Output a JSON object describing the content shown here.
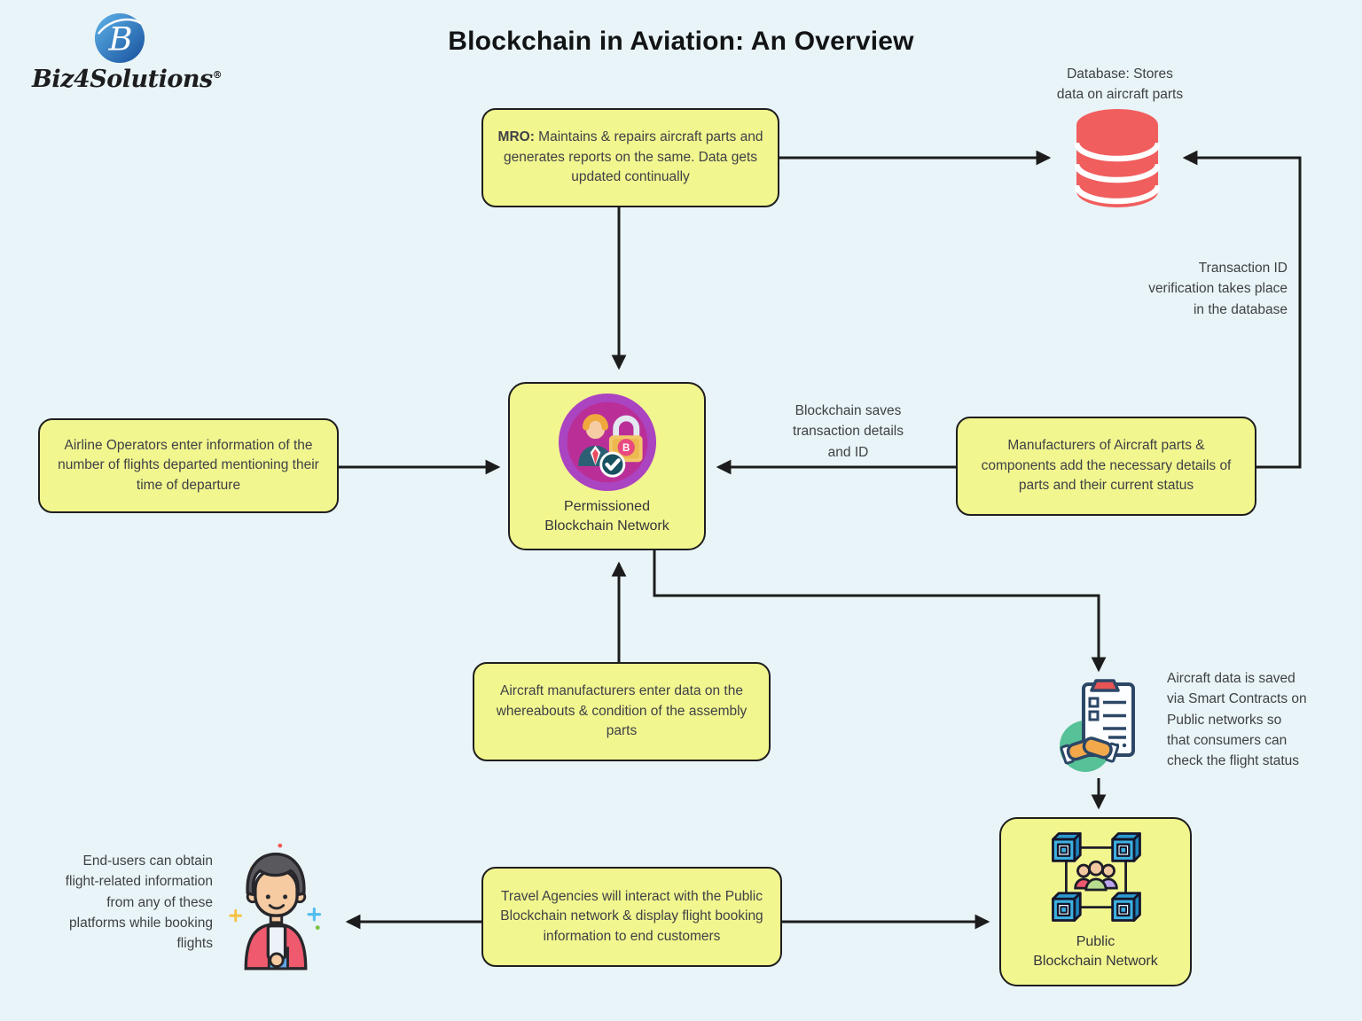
{
  "title": "Blockchain in Aviation: An Overview",
  "logo": {
    "brand": "Biz4Solutions",
    "reg": "®"
  },
  "nodes": {
    "mro": {
      "prefix": "MRO:",
      "rest": " Maintains & repairs aircraft parts and generates reports on the same. Data gets updated continually"
    },
    "airline": {
      "text": "Airline Operators enter information of the number of flights departed mentioning their time of departure"
    },
    "manufacturers": {
      "text": "Manufacturers of Aircraft parts & components add the necessary details of parts and their current status"
    },
    "aircraft_mfg": {
      "text": "Aircraft manufacturers enter data on the whereabouts & condition of the assembly parts"
    },
    "travel": {
      "text": "Travel Agencies will interact with the Public Blockchain network & display flight booking information to end customers"
    },
    "permissioned": {
      "label": "Permissioned\nBlockchain Network"
    },
    "public": {
      "label": "Public\nBlockchain Network"
    }
  },
  "annotations": {
    "database": "Database: Stores\ndata on aircraft parts",
    "transaction": "Transaction ID\nverification takes place\nin the database",
    "blockchain_saves": "Blockchain saves\ntransaction details\nand ID",
    "smart_contracts": "Aircraft data is saved\nvia Smart Contracts on\nPublic networks so\nthat consumers can\ncheck the flight status",
    "end_users": "End-users can obtain\nflight-related information\nfrom any of these\nplatforms while booking\nflights"
  },
  "icons": {
    "database_icon": "database-cylinder",
    "permissioned_icon": "identity-lock-bitcoin",
    "smart_contract_icon": "handshake-contract",
    "public_network_icon": "cubes-people-network",
    "end_user_icon": "person-with-phone",
    "logo_icon": "blue-globe-b"
  },
  "colors": {
    "background": "#E9F4F8",
    "box_fill": "#F2F68F",
    "box_border": "#1E1E1E",
    "arrow": "#1C1C1C",
    "database_red": "#F15E5E",
    "icon_purple_ring": "#AB44C1",
    "icon_magenta": "#BA2F97",
    "smart_green": "#57C197",
    "cube_blue": "#3DB2E2",
    "shirt_red": "#F05A6E"
  }
}
